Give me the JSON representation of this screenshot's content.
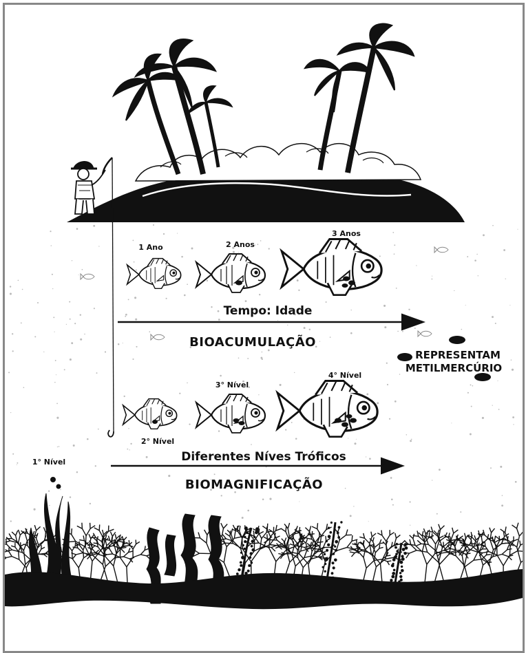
{
  "colors": {
    "ink": "#111111",
    "border": "#888888",
    "paper": "#ffffff"
  },
  "bioacumulacao": {
    "ages": [
      "1 Ano",
      "2 Anos",
      "3 Anos"
    ],
    "arrow_label": "Tempo: Idade",
    "title": "BIOACUMULAÇÃO"
  },
  "biomagnificacao": {
    "levels": [
      "1° Nível",
      "2° Nível",
      "3° Nível",
      "4° Nível"
    ],
    "arrow_label": "Diferentes Níves Tróficos",
    "title": "BIOMAGNIFICAÇÃO"
  },
  "legend": {
    "line1": "REPRESENTAM",
    "line2": "METILMERCÚRIO"
  },
  "icons": [
    "palm-tree-icon",
    "fisherman-icon",
    "fish-icon",
    "seaweed-icon",
    "mercury-dot-icon"
  ]
}
